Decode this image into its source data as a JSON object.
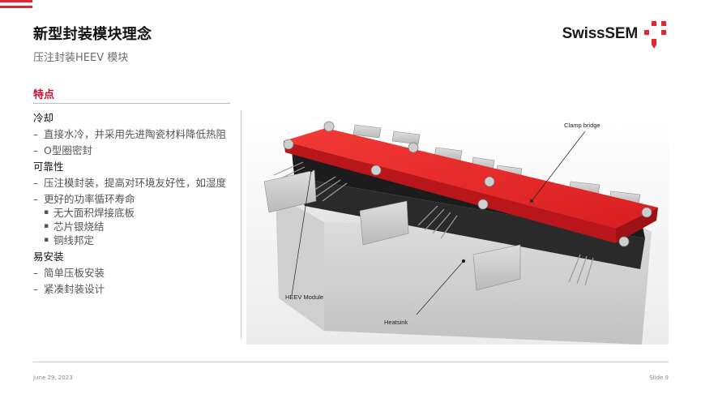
{
  "header": {
    "title": "新型封装模块理念",
    "subtitle": "压注封装HEEV 模块",
    "logo_text": "SwissSEM",
    "brand_color": "#e3262e"
  },
  "features": {
    "heading": "特点",
    "groups": [
      {
        "title": "冷却",
        "items": [
          {
            "text": "直接水冷，并采用先进陶瓷材料降低热阻"
          },
          {
            "text": "O型圈密封"
          }
        ]
      },
      {
        "title": "可靠性",
        "items": [
          {
            "text": "压注模封装，提高对环境友好性，如湿度"
          },
          {
            "text": "更好的功率循环寿命",
            "subitems": [
              "无大面积焊接底板",
              "芯片银烧结",
              "铜线邦定"
            ]
          }
        ]
      },
      {
        "title": "易安装",
        "items": [
          {
            "text": "简单压板安装"
          },
          {
            "text": "紧凑封装设计"
          }
        ]
      }
    ]
  },
  "figure": {
    "callouts": {
      "clamp_bridge": "Clamp bridge",
      "heev_module": "HEEV Module",
      "heatsink": "Heatsink"
    }
  },
  "footer": {
    "date": "June 29, 2023",
    "slide": "Slide 9"
  }
}
